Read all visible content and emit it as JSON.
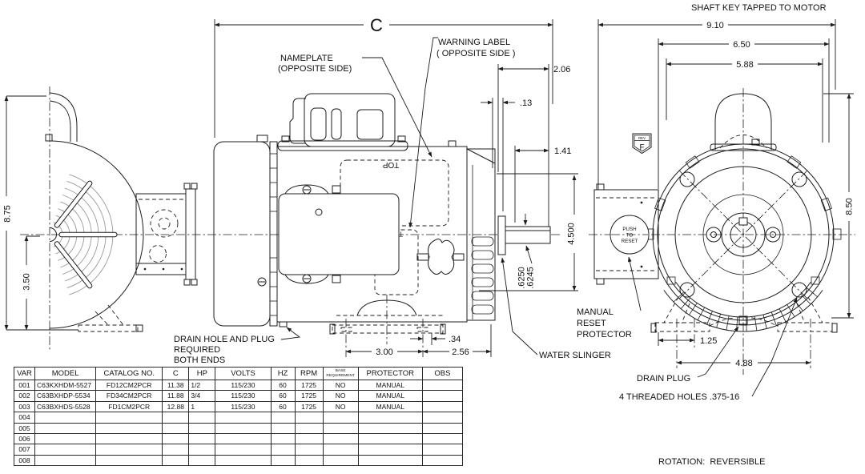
{
  "drawing": {
    "notes": {
      "shaft_key": "SHAFT KEY TAPPED TO MOTOR",
      "rotation": "ROTATION:  REVERSIBLE",
      "nameplate_1": "NAMEPLATE",
      "nameplate_2": "(OPPOSITE SIDE)",
      "warning_1": "WARNING LABEL",
      "warning_2": "( OPPOSITE SIDE )",
      "drain_hole_1": "DRAIN HOLE AND PLUG",
      "drain_hole_2": "REQUIRED",
      "drain_hole_3": "BOTH ENDS",
      "water_slinger": "WATER SLINGER",
      "manual_reset_1": "MANUAL",
      "manual_reset_2": "RESET",
      "manual_reset_3": "PROTECTOR",
      "drain_plug": "DRAIN PLUG",
      "threaded_holes": "4 THREADED HOLES .375-16",
      "push_reset_1": "PUSH",
      "push_reset_2": "TO",
      "push_reset_3": "RESET",
      "rev_label": "REV",
      "rev_letter": "F",
      "top_marking": "TOP"
    },
    "dimensions": {
      "c": "C",
      "overall_width": "9.10",
      "width_650": "6.50",
      "width_588": "5.88",
      "height_850": "8.50",
      "height_875": "8.75",
      "base_to_center": "3.50",
      "dim_206": "2.06",
      "dim_013": ".13",
      "dim_141": "1.41",
      "dim_4500": "4.500",
      "shaft_dia_max": ".6250",
      "shaft_dia_min": ".6245",
      "dim_300": "3.00",
      "dim_034": ".34",
      "dim_256": "2.56",
      "dim_125": "1.25",
      "bolt_spacing": "4.88"
    }
  },
  "table": {
    "headers": [
      "VAR",
      "MODEL",
      "CATALOG NO.",
      "C",
      "HP",
      "VOLTS",
      "HZ",
      "RPM",
      "BASE\nREQUIREMENT",
      "PROTECTOR",
      "OBS"
    ],
    "rows": [
      [
        "001",
        "C63KXHDM-5527",
        "FD12CM2PCR",
        "11.38",
        "1/2",
        "115/230",
        "60",
        "1725",
        "NO",
        "MANUAL",
        ""
      ],
      [
        "002",
        "C63BXHDP-5534",
        "FD34CM2PCR",
        "11.88",
        "3/4",
        "115/230",
        "60",
        "1725",
        "NO",
        "MANUAL",
        ""
      ],
      [
        "003",
        "C63BXHDS-5528",
        "FD1CM2PCR",
        "12.88",
        "1",
        "115/230",
        "60",
        "1725",
        "NO",
        "MANUAL",
        ""
      ],
      [
        "004",
        "",
        "",
        "",
        "",
        "",
        "",
        "",
        "",
        "",
        ""
      ],
      [
        "005",
        "",
        "",
        "",
        "",
        "",
        "",
        "",
        "",
        "",
        ""
      ],
      [
        "006",
        "",
        "",
        "",
        "",
        "",
        "",
        "",
        "",
        "",
        ""
      ],
      [
        "007",
        "",
        "",
        "",
        "",
        "",
        "",
        "",
        "",
        "",
        ""
      ],
      [
        "008",
        "",
        "",
        "",
        "",
        "",
        "",
        "",
        "",
        "",
        ""
      ]
    ]
  }
}
